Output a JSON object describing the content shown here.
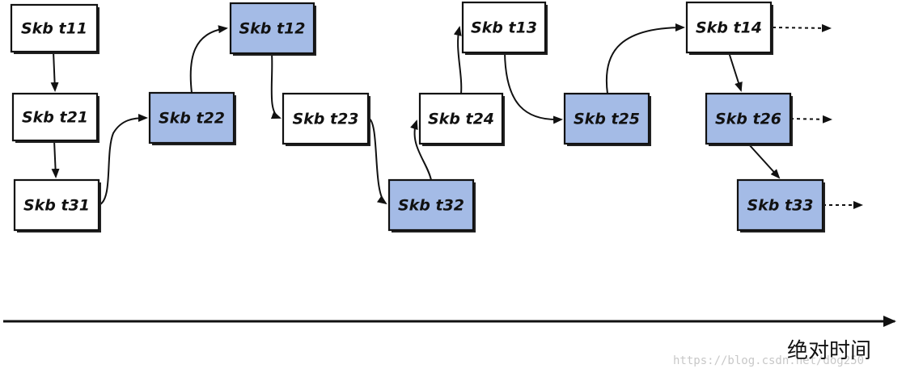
{
  "nodes": [
    {
      "id": "t11",
      "label": "Skb t11",
      "highlighted": false
    },
    {
      "id": "t21",
      "label": "Skb t21",
      "highlighted": false
    },
    {
      "id": "t31",
      "label": "Skb t31",
      "highlighted": false
    },
    {
      "id": "t22",
      "label": "Skb t22",
      "highlighted": true
    },
    {
      "id": "t12",
      "label": "Skb t12",
      "highlighted": true
    },
    {
      "id": "t23",
      "label": "Skb t23",
      "highlighted": false
    },
    {
      "id": "t32",
      "label": "Skb t32",
      "highlighted": true
    },
    {
      "id": "t24",
      "label": "Skb t24",
      "highlighted": false
    },
    {
      "id": "t13",
      "label": "Skb t13",
      "highlighted": false
    },
    {
      "id": "t25",
      "label": "Skb t25",
      "highlighted": true
    },
    {
      "id": "t14",
      "label": "Skb t14",
      "highlighted": false
    },
    {
      "id": "t26",
      "label": "Skb t26",
      "highlighted": true
    },
    {
      "id": "t33",
      "label": "Skb t33",
      "highlighted": true
    }
  ],
  "edges": [
    {
      "from": "t11",
      "to": "t21"
    },
    {
      "from": "t21",
      "to": "t31"
    },
    {
      "from": "t31",
      "to": "t22"
    },
    {
      "from": "t22",
      "to": "t12"
    },
    {
      "from": "t12",
      "to": "t23"
    },
    {
      "from": "t23",
      "to": "t32"
    },
    {
      "from": "t32",
      "to": "t24"
    },
    {
      "from": "t24",
      "to": "t13"
    },
    {
      "from": "t13",
      "to": "t25"
    },
    {
      "from": "t25",
      "to": "t14"
    },
    {
      "from": "t14",
      "to": "t26"
    },
    {
      "from": "t26",
      "to": "t33"
    }
  ],
  "continuations": [
    "t14",
    "t26",
    "t33"
  ],
  "axis": {
    "label": "绝对时间"
  },
  "watermark": "https://blog.csdn.net/dog250",
  "colors": {
    "highlight_fill": "#a4bbe6",
    "plain_fill": "#ffffff",
    "stroke": "#111111"
  }
}
